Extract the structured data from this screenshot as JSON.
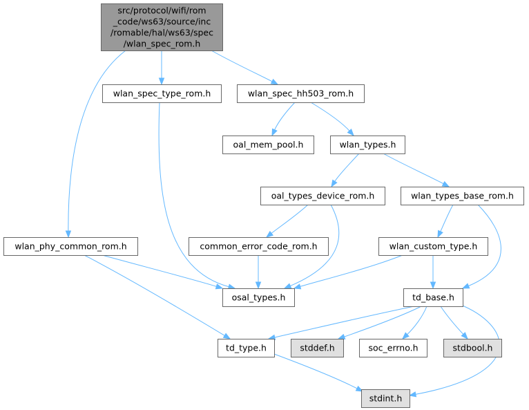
{
  "diagram": {
    "type": "include-dependency-graph",
    "colors": {
      "root_fill": "#999999",
      "node_fill": "#ffffff",
      "system_fill": "#e0e0e0",
      "border": "#666666",
      "edge": "#63b8ff"
    },
    "nodes": [
      {
        "id": "root",
        "kind": "root",
        "lines": [
          "src/protocol/wifi/rom",
          "_code/ws63/source/inc",
          "/romable/hal/ws63/spec",
          "/wlan_spec_rom.h"
        ]
      },
      {
        "id": "spec_type",
        "kind": "normal",
        "lines": [
          "wlan_spec_type_rom.h"
        ]
      },
      {
        "id": "spec_hh503",
        "kind": "normal",
        "lines": [
          "wlan_spec_hh503_rom.h"
        ]
      },
      {
        "id": "oal_mem_pool",
        "kind": "normal",
        "lines": [
          "oal_mem_pool.h"
        ]
      },
      {
        "id": "wlan_types",
        "kind": "normal",
        "lines": [
          "wlan_types.h"
        ]
      },
      {
        "id": "oal_types_device",
        "kind": "normal",
        "lines": [
          "oal_types_device_rom.h"
        ]
      },
      {
        "id": "wlan_types_base",
        "kind": "normal",
        "lines": [
          "wlan_types_base_rom.h"
        ]
      },
      {
        "id": "phy_common",
        "kind": "normal",
        "lines": [
          "wlan_phy_common_rom.h"
        ]
      },
      {
        "id": "common_error",
        "kind": "normal",
        "lines": [
          "common_error_code_rom.h"
        ]
      },
      {
        "id": "custom_type",
        "kind": "normal",
        "lines": [
          "wlan_custom_type.h"
        ]
      },
      {
        "id": "osal_types",
        "kind": "normal",
        "lines": [
          "osal_types.h"
        ]
      },
      {
        "id": "td_base",
        "kind": "normal",
        "lines": [
          "td_base.h"
        ]
      },
      {
        "id": "td_type",
        "kind": "normal",
        "lines": [
          "td_type.h"
        ]
      },
      {
        "id": "stddef",
        "kind": "system",
        "lines": [
          "stddef.h"
        ]
      },
      {
        "id": "soc_errno",
        "kind": "normal",
        "lines": [
          "soc_errno.h"
        ]
      },
      {
        "id": "stdbool",
        "kind": "system",
        "lines": [
          "stdbool.h"
        ]
      },
      {
        "id": "stdint",
        "kind": "system",
        "lines": [
          "stdint.h"
        ]
      }
    ],
    "edges": [
      {
        "from": "root",
        "to": "phy_common"
      },
      {
        "from": "root",
        "to": "spec_type"
      },
      {
        "from": "root",
        "to": "spec_hh503"
      },
      {
        "from": "spec_type",
        "to": "osal_types"
      },
      {
        "from": "spec_hh503",
        "to": "oal_mem_pool"
      },
      {
        "from": "spec_hh503",
        "to": "wlan_types"
      },
      {
        "from": "wlan_types",
        "to": "oal_types_device"
      },
      {
        "from": "wlan_types",
        "to": "wlan_types_base"
      },
      {
        "from": "oal_types_device",
        "to": "common_error"
      },
      {
        "from": "oal_types_device",
        "to": "osal_types"
      },
      {
        "from": "common_error",
        "to": "osal_types"
      },
      {
        "from": "wlan_types_base",
        "to": "custom_type"
      },
      {
        "from": "wlan_types_base",
        "to": "td_base"
      },
      {
        "from": "phy_common",
        "to": "osal_types"
      },
      {
        "from": "phy_common",
        "to": "td_type"
      },
      {
        "from": "custom_type",
        "to": "osal_types"
      },
      {
        "from": "custom_type",
        "to": "td_base"
      },
      {
        "from": "td_base",
        "to": "td_type"
      },
      {
        "from": "td_base",
        "to": "stddef"
      },
      {
        "from": "td_base",
        "to": "soc_errno"
      },
      {
        "from": "td_base",
        "to": "stdbool"
      },
      {
        "from": "td_base",
        "to": "stdint"
      },
      {
        "from": "td_type",
        "to": "stdint"
      }
    ]
  }
}
